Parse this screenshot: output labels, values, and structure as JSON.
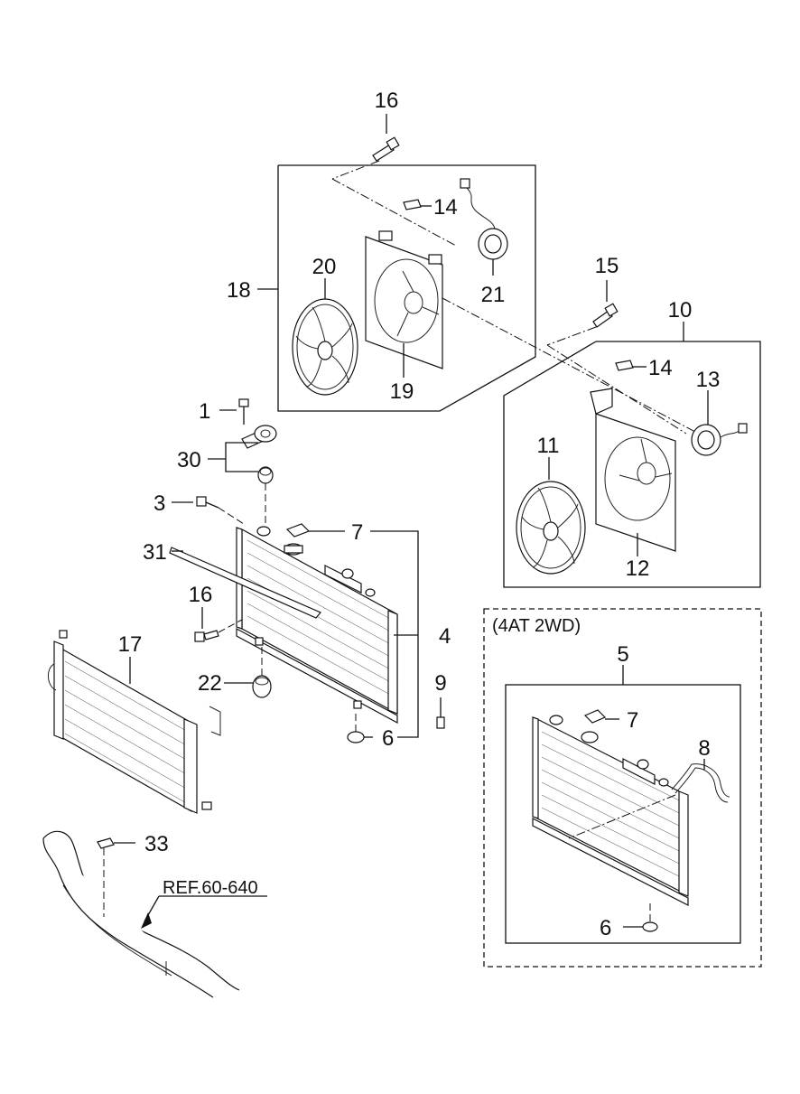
{
  "callouts": {
    "c1": "1",
    "c3": "3",
    "c4": "4",
    "c5": "5",
    "c6a": "6",
    "c6b": "6",
    "c7a": "7",
    "c7b": "7",
    "c8": "8",
    "c9": "9",
    "c10": "10",
    "c11": "11",
    "c12": "12",
    "c13": "13",
    "c14a": "14",
    "c14b": "14",
    "c15": "15",
    "c16a": "16",
    "c16b": "16",
    "c17": "17",
    "c18": "18",
    "c19": "19",
    "c20": "20",
    "c21": "21",
    "c22": "22",
    "c30": "30",
    "c31": "31",
    "c33": "33"
  },
  "variant_label": "(4AT 2WD)",
  "reference": "REF.60-640"
}
